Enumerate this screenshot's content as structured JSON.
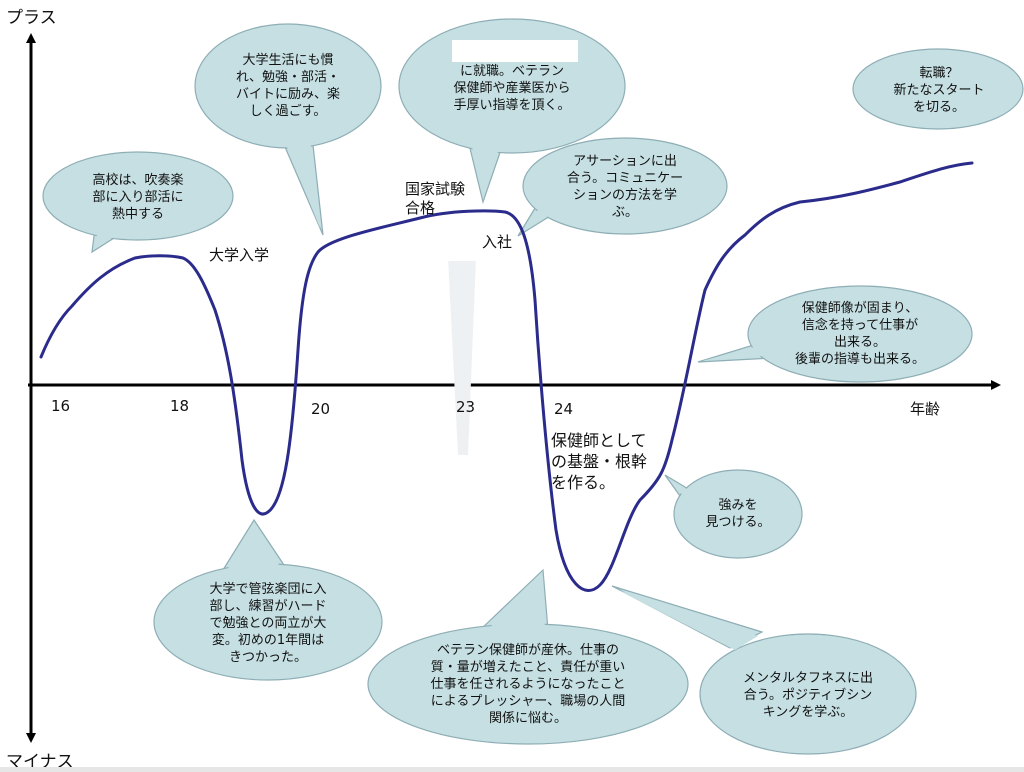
{
  "axis": {
    "plus_label": "プラス",
    "minus_label": "マイナス",
    "x_label": "年齢",
    "ticks": [
      "16",
      "18",
      "20",
      "23",
      "24"
    ]
  },
  "events": {
    "university_entry": "大学入学",
    "exam_pass": "国家試験\n合格",
    "joining": "入社",
    "foundation": "保健師として\nの基盤・根幹\nを作る。"
  },
  "bubbles": {
    "high_school": "高校は、吹奏楽\n部に入り部活に\n熱中する",
    "university_life": "大学生活にも慣\nれ、勉強・部活・\nバイトに励み、楽\nしく過ごす。",
    "employment": "に就職。ベテラン\n保健師や産業医から\n手厚い指導を頂く。",
    "assertion": "アサーションに出\n合う。コミュニケー\nションの方法を学\nぶ。",
    "job_change": "転職？\n新たなスタート\nを切る。",
    "confidence": "保健師像が固まり、\n信念を持って仕事が\n出来る。\n後輩の指導も出来る。",
    "strength": "強みを\n見つける。",
    "orchestra": "大学で管弦楽団に入\n部し、練習がハード\nで勉強との両立が大\n変。初めの1年間は\nきつかった。",
    "veteran_leave": "ベテラン保健師が産休。仕事の\n質・量が増えたこと、責任が重い\n仕事を任されるようになったこと\nによるプレッシャー、職場の人間\n関係に悩む。",
    "mental": "メンタルタフネスに出\n合う。ポジティブシン\nキングを学ぶ。"
  },
  "colors": {
    "bubble_fill": "#c5dfe3",
    "bubble_stroke": "#8eaeb5",
    "curve": "#2b2b8c",
    "axis": "#000000"
  }
}
